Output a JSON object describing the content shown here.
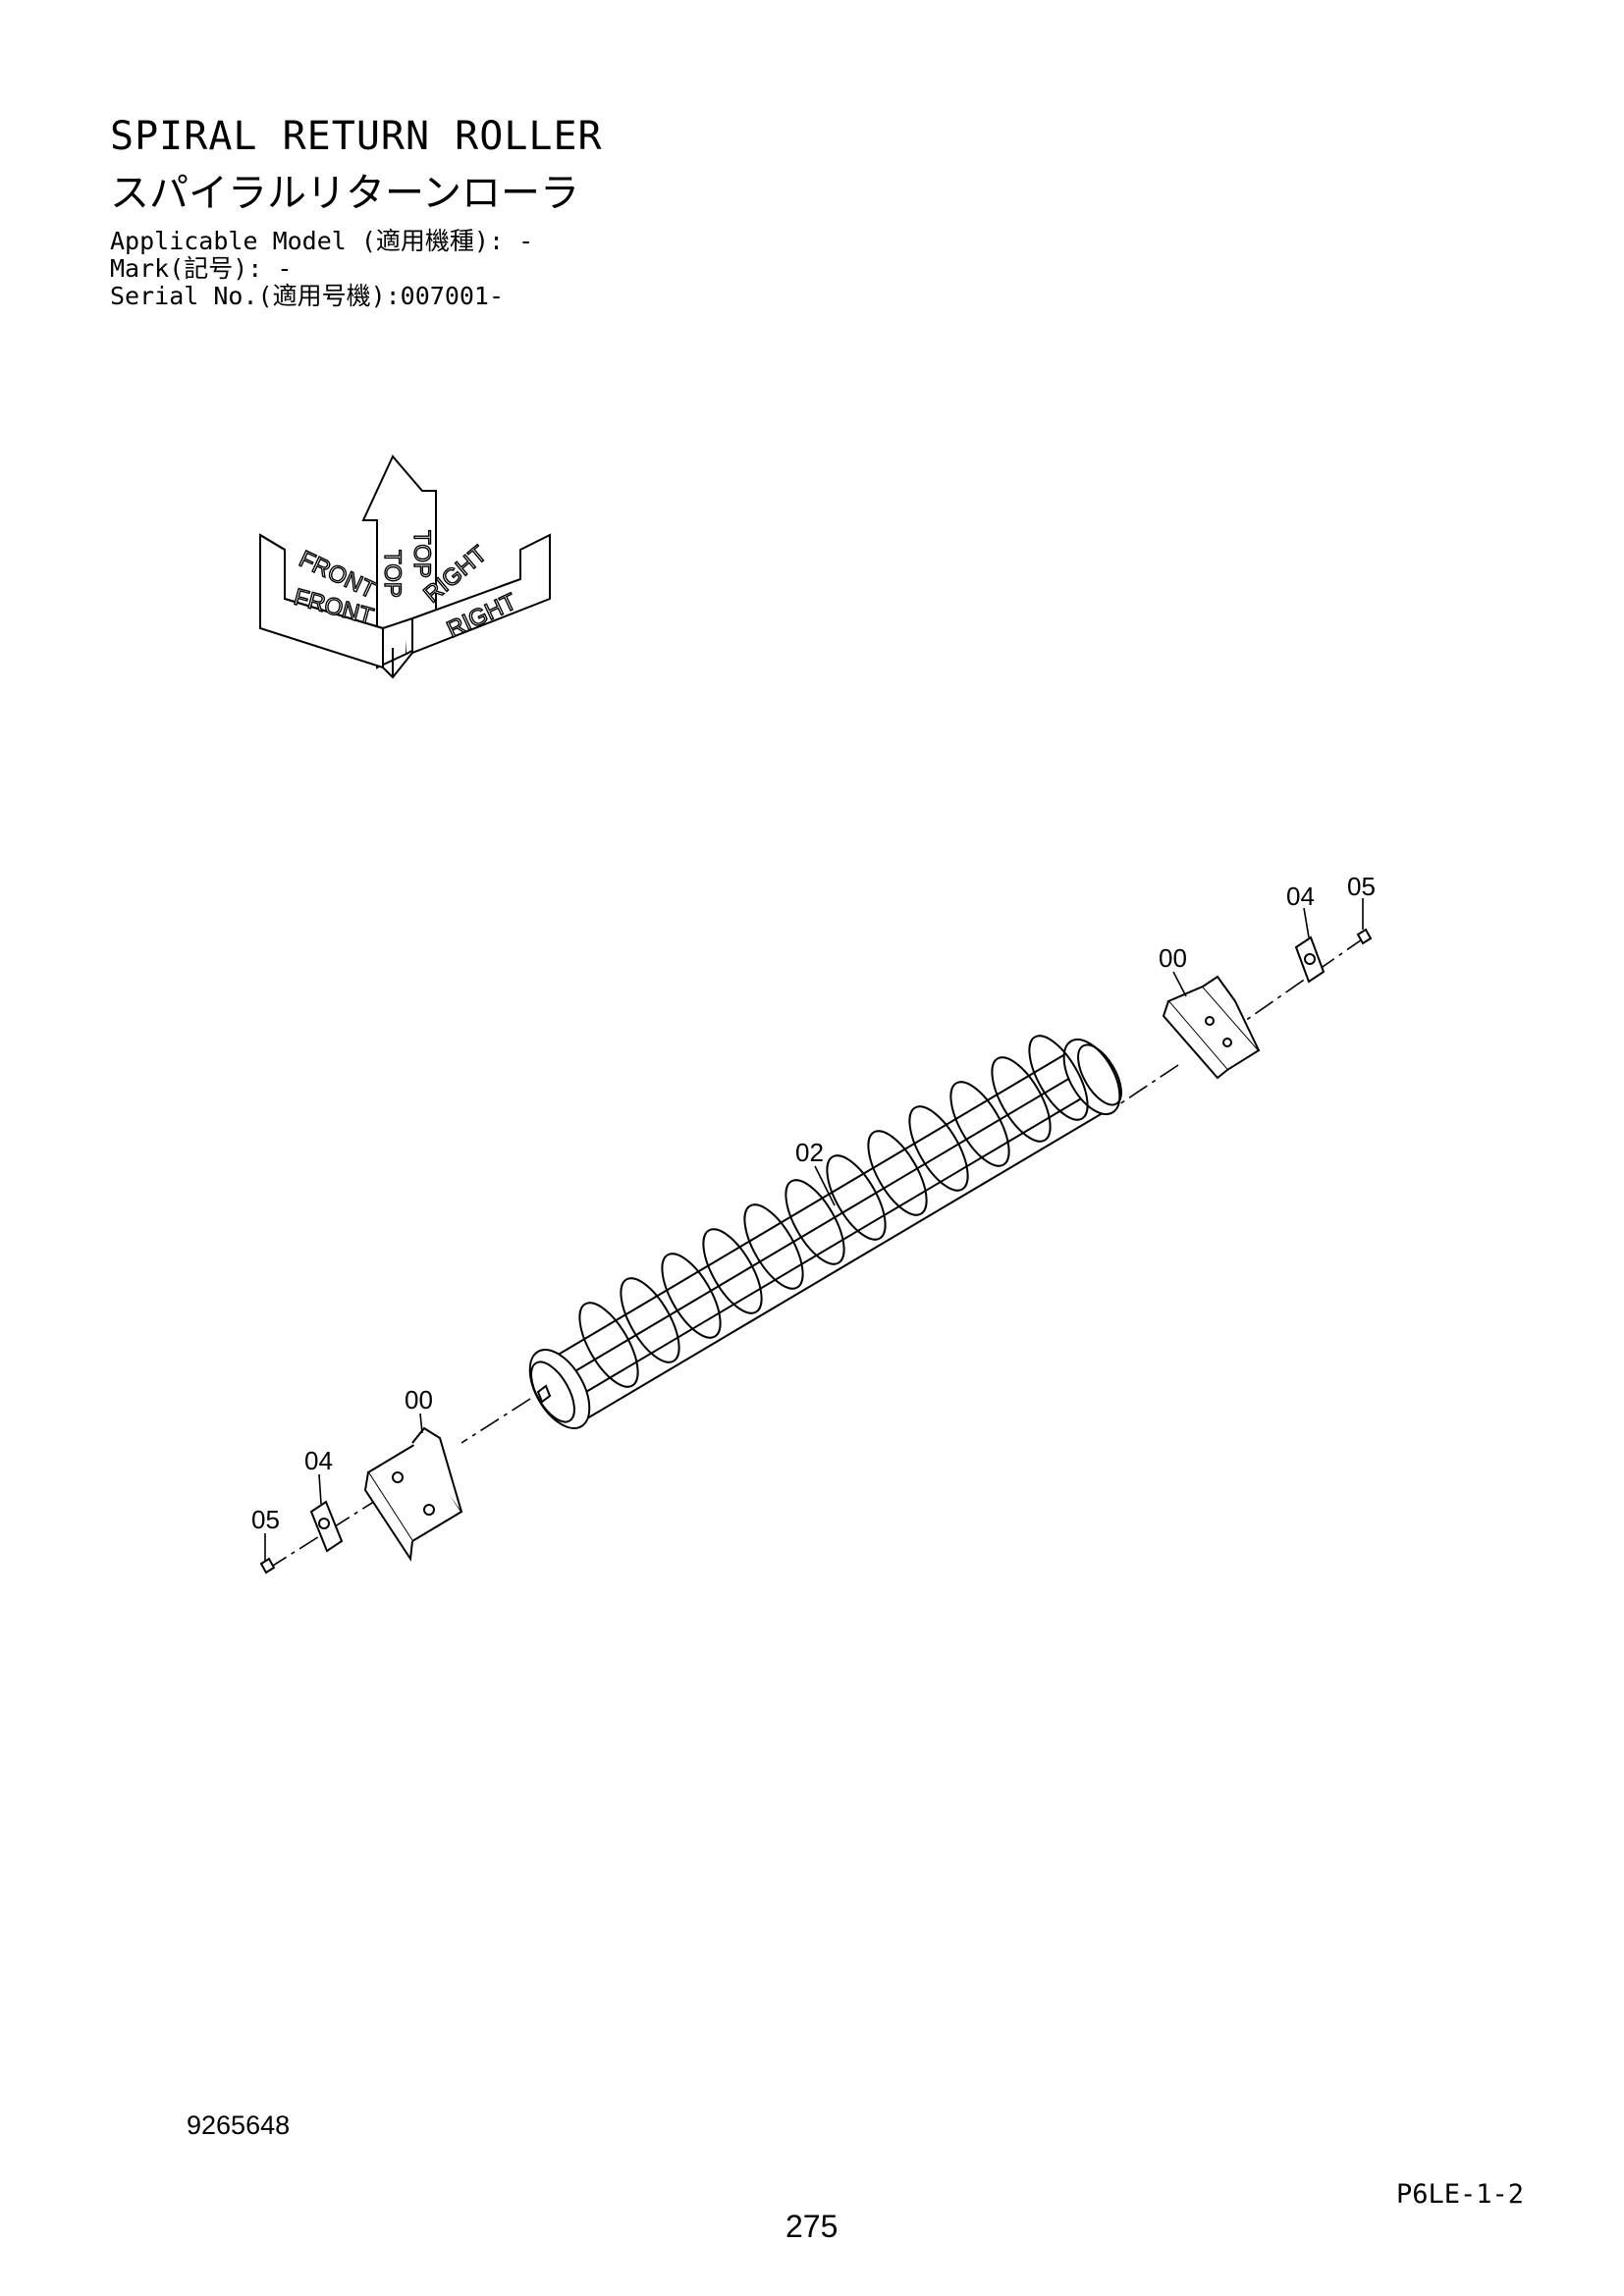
{
  "header": {
    "title_en": "SPIRAL RETURN ROLLER",
    "title_jp": "スパイラルリターンローラ",
    "applicable_model": "Applicable Model (適用機種): -",
    "mark": "Mark(記号): -",
    "serial_no": "Serial No.(適用号機):007001-"
  },
  "orientation_symbol": {
    "top": "TOP",
    "front": "FRONT",
    "right": "RIGHT"
  },
  "callouts": {
    "bracket_right": "00",
    "plate_right": "04",
    "bolt_right": "05",
    "roller": "02",
    "bracket_left": "00",
    "plate_left": "04",
    "bolt_left": "05"
  },
  "footer": {
    "drawing_code": "9265648",
    "page_ref": "P6LE-1-2",
    "page_number": "275"
  }
}
